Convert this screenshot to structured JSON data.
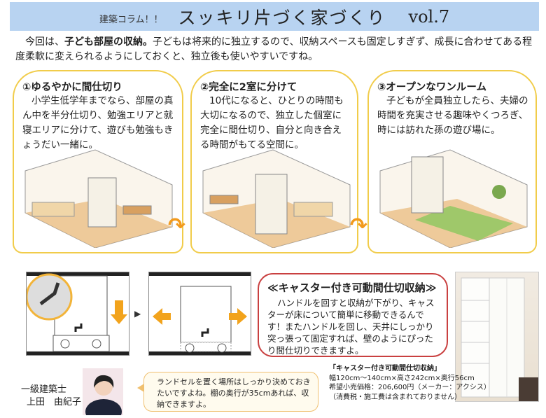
{
  "header": {
    "subtitle": "建築コラム！！",
    "title": "スッキリ片づく家づくり",
    "volume": "vol.7"
  },
  "intro": {
    "lead": "今回は、",
    "bold": "子ども部屋の収納。",
    "rest": "子どもは将来的に独立するので、収納スペースも固定しすぎず、成長に合わせてある程度柔軟に変えられるようにしておくと、独立後も使いやすいですね。"
  },
  "panels": [
    {
      "heading": "①ゆるやかに間仕切り",
      "body": "小学生低学年までなら、部屋の真ん中を半分仕切り、勉強エリアと就寝エリアに分けて、遊びも勉強もきょうだい一緒に。"
    },
    {
      "heading": "②完全に2室に分けて",
      "body": "10代になると、ひとりの時間も大切になるので、独立した個室に完全に間仕切り、自分と向き合える時間がもてる空間に。"
    },
    {
      "heading": "③オープンなワンルーム",
      "body": "子どもが全員独立したら、夫婦の時間を充実させる趣味やくつろぎ、時には訪れた孫の遊び場に。"
    }
  ],
  "feature": {
    "heading": "≪キャスター付き可動間仕切収納≫",
    "body": "ハンドルを回すと収納が下がり、キャスターが床について簡単に移動できるんです！またハンドルを回し、天井にしっかり突っ張って固定すれば、壁のようにぴったり間仕切りできますよ。"
  },
  "spec": {
    "title": "「キャスター付き可動間仕切収納」",
    "size": "幅120cm～140cm×高さ242cm×奥行56cm",
    "price": "希望小売価格：206,600円（メーカー：アクシス）",
    "note": "（消費税・施工費は含まれておりません）"
  },
  "author": {
    "role": "一級建築士",
    "name": "上田　由紀子"
  },
  "comment": "ランドセルを置く場所はしっかり決めておきたいですよね。棚の奥行が35cmあれば、収納できますよ。",
  "colors": {
    "header_bg": "#b8d3f1",
    "panel_border": "#f1cc4a",
    "feature_border": "#c94040",
    "arrow": "#f29a1c"
  }
}
